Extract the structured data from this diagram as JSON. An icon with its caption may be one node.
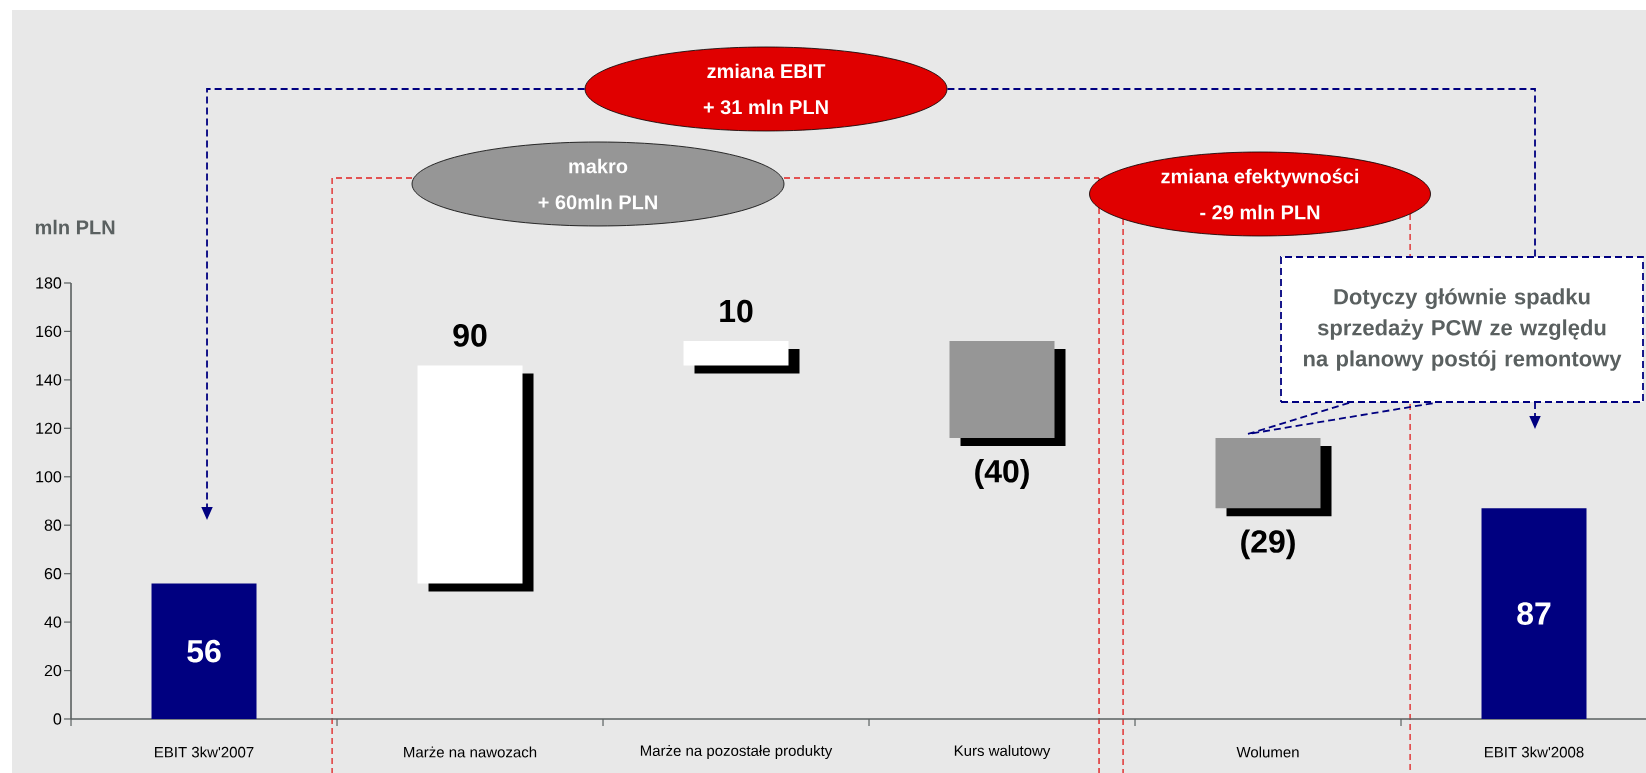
{
  "diagram": {
    "nodes": [
      {
        "text": [
          "zmiana EBIT",
          "+ 31 mln PLN"
        ]
      },
      {
        "text": [
          "makro",
          "+ 60mln PLN"
        ]
      },
      {
        "text": [
          "zmiana efektywności",
          "- 29 mln PLN"
        ]
      },
      {
        "text": [
          "Dotyczy głównie spadku sprzedaży PCW ze względu na planowy postój remontowy"
        ]
      }
    ],
    "edges": [
      {
        "from": 0,
        "to": null,
        "arrow": "to",
        "style": "dashed"
      },
      {
        "from": 0,
        "to": 3,
        "arrow": "none",
        "style": "dashed"
      },
      {
        "from": 3,
        "to": null,
        "arrow": "to",
        "style": "dashed"
      },
      {
        "from": 3,
        "to": null,
        "arrow": "none",
        "style": "dashed"
      }
    ],
    "labels": [
      "mln PLN",
      "180",
      "160",
      "140",
      "120",
      "100",
      "80",
      "60",
      "40",
      "20",
      "0",
      "56",
      "90",
      "10",
      "(40)",
      "(29)",
      "87",
      "EBIT  3kw'2007",
      "Marże na nawozach",
      "Marże na pozostałe produkty",
      "Kurs walutowy",
      "Wolumen",
      "EBIT  3kw'2008"
    ]
  }
}
